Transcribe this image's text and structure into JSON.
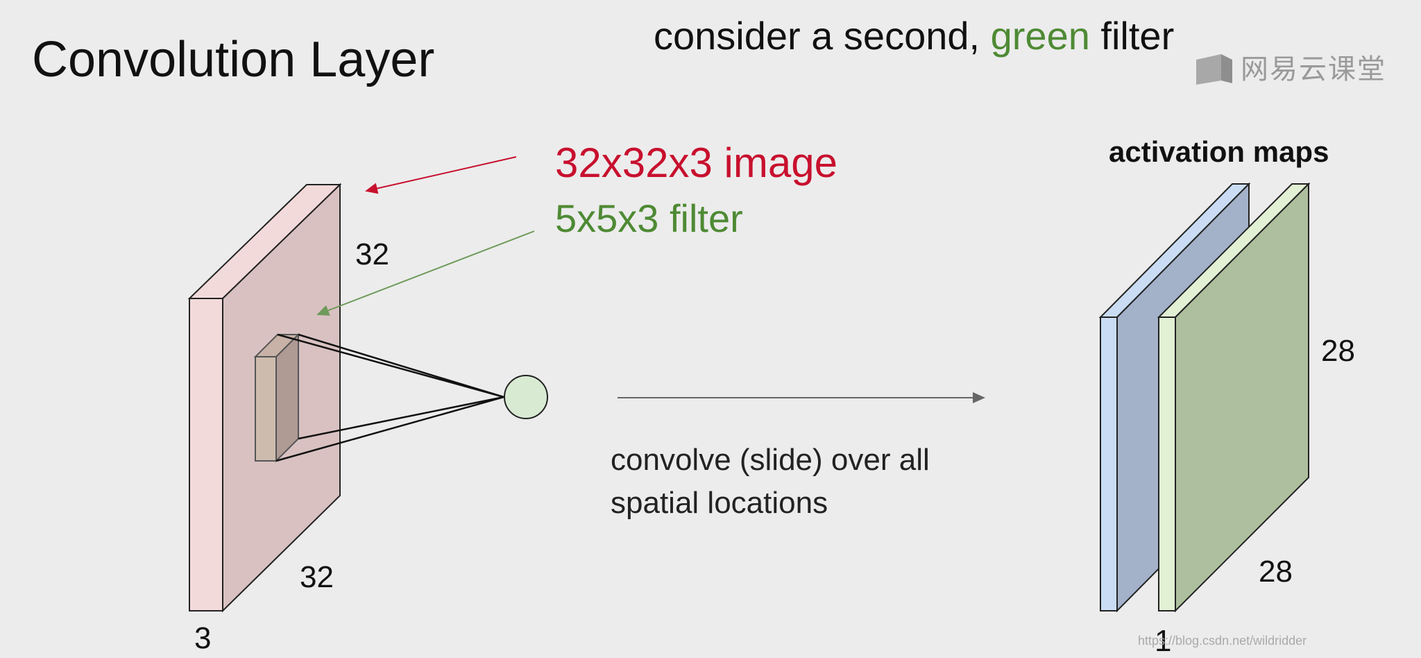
{
  "title": "Convolution Layer",
  "subtitle": {
    "before": "consider a second, ",
    "highlight": "green",
    "after": " filter"
  },
  "labels": {
    "image": "32x32x3 image",
    "filter": "5x5x3 filter",
    "input_height": "32",
    "input_width": "32",
    "input_depth": "3",
    "convolve_line1": "convolve (slide) over all",
    "convolve_line2": "spatial locations",
    "activation_maps": "activation maps",
    "output_height": "28",
    "output_width": "28",
    "output_index": "1"
  },
  "watermark": {
    "brand": "网易云课堂",
    "url": "https://blog.csdn.net/wildridder"
  },
  "colors": {
    "image_red": "#c8102e",
    "filter_green": "#4e8a34",
    "input_face": "#d9c1c1",
    "input_side": "#f3dada",
    "map_blue": "#a3b1c9",
    "map_blue_side": "#c9dcf3",
    "map_green": "#adbf9e",
    "map_green_side": "#e2f0d4",
    "neuron": "#d9ead3"
  }
}
